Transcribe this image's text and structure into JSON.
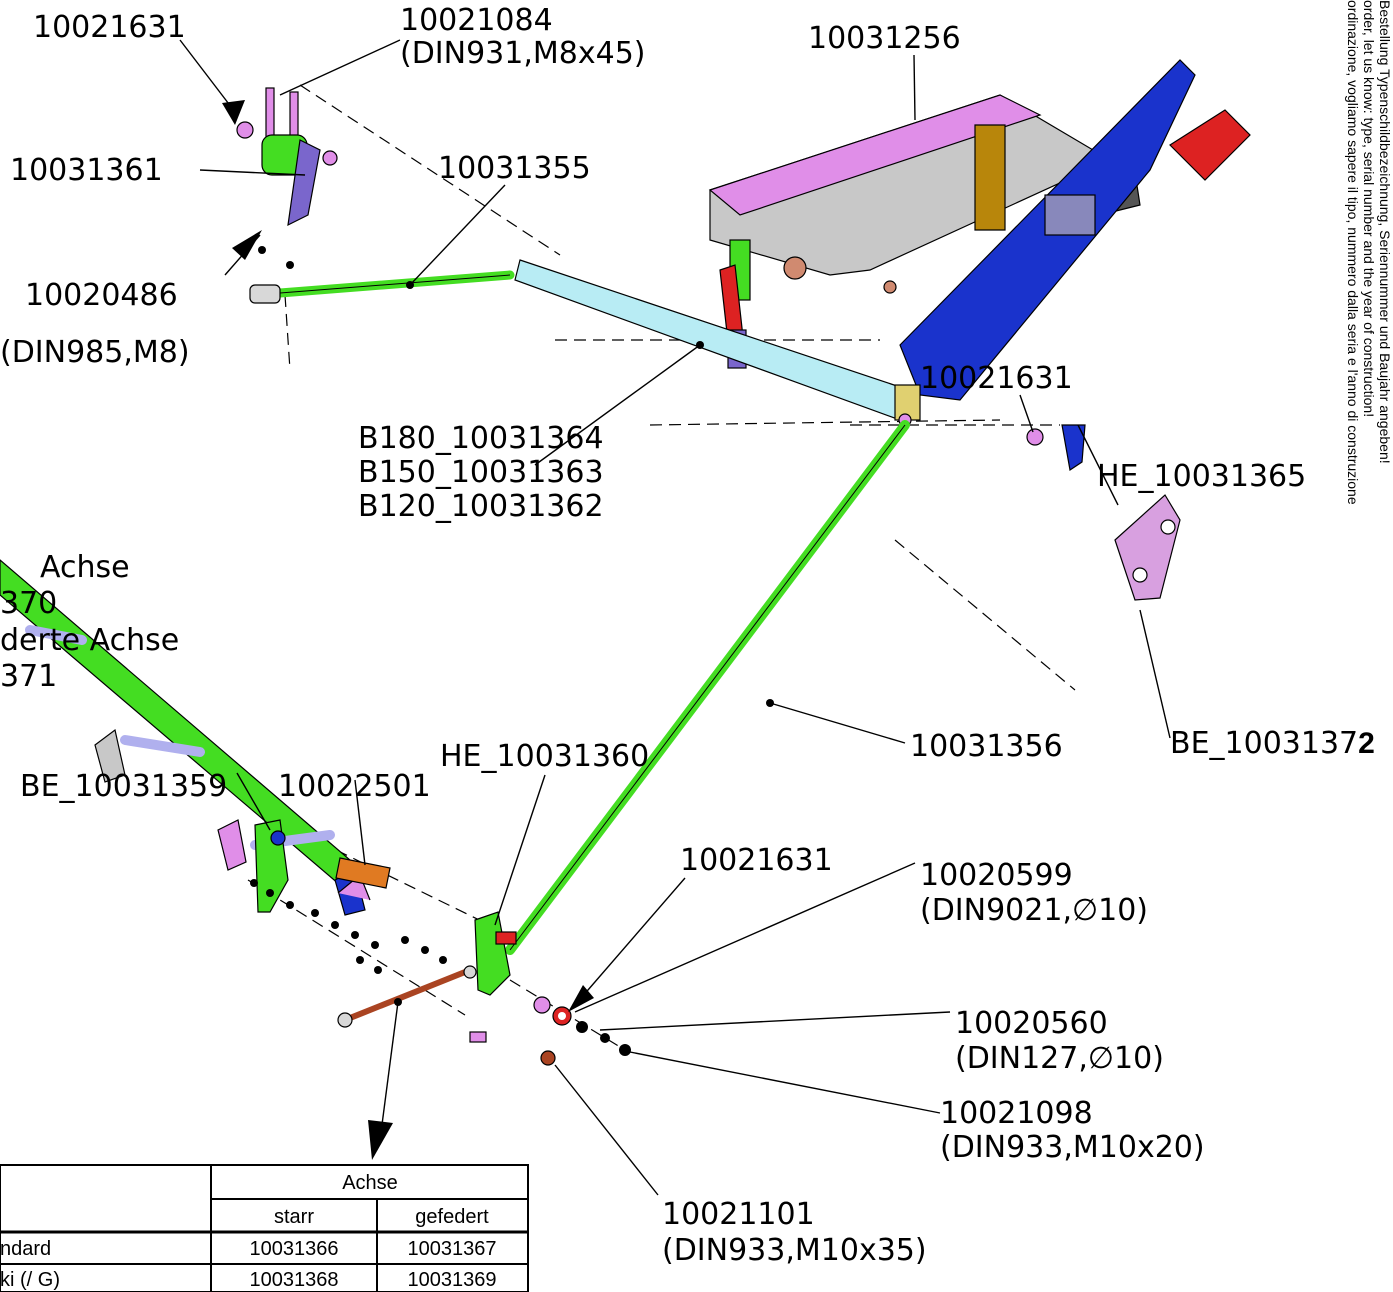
{
  "labels": {
    "tl_10021631": "10021631",
    "t_10021084": "10021084",
    "t_din931": "(DIN931,M8x45)",
    "t_10031256": "10031256",
    "l_10031361": "10031361",
    "c_10031355": "10031355",
    "l_10020486": "10020486",
    "l_din985": "(DIN985,M8)",
    "m_b180": "B180_10031364",
    "m_b150": "B150_10031363",
    "m_b120": "B120_10031362",
    "r_10021631": "10021631",
    "r_he_10031365": "HE_10031365",
    "left_achse": "Achse",
    "left_370": "370",
    "left_derte_achse": "derte Achse",
    "left_371": "371",
    "he_10031360": "HE_10031360",
    "r_10031356": "10031356",
    "be_10031372_main": "BE_1003137",
    "be_10031372_suffix": "2",
    "be_10031359": "BE_10031359",
    "p_10022501": "10022501",
    "b_10021631": "10021631",
    "p_10020599": "10020599",
    "p_din9021": "(DIN9021,∅10)",
    "p_10020560": "10020560",
    "p_din127": "(DIN127,∅10)",
    "p_10021098": "10021098",
    "p_din933_20": "(DIN933,M10x20)",
    "p_10021101": "10021101",
    "p_din933_35": "(DIN933,M10x35)"
  },
  "side_notes": [
    "Bestellung Typenschildbezeichnung, Seriennummer und Baujahr angeben!",
    "order, let us know: type, serial number and the year of construction!",
    "ordinazione, vogliamo sapere il tipo, nummero dalla seria e l'anno di construzione"
  ],
  "table": {
    "group_header": "Achse",
    "col_starr": "starr",
    "col_gefedert": "gefedert",
    "rows": [
      {
        "label": "ndard",
        "starr": "10031366",
        "gefedert": "10031367"
      },
      {
        "label": "ki (/ G)",
        "starr": "10031368",
        "gefedert": "10031369"
      }
    ]
  },
  "colors": {
    "green": "#44dd22",
    "light_blue": "#b8ecf4",
    "magenta": "#e08ee8",
    "blue": "#1a33cc",
    "red": "#dd2222",
    "grey": "#c8c8c8",
    "brown": "#aa4422",
    "purple": "#7a66cc",
    "orange": "#e07a22",
    "plate_pink": "#d8a0e0",
    "lavender": "#b0b0ee"
  }
}
